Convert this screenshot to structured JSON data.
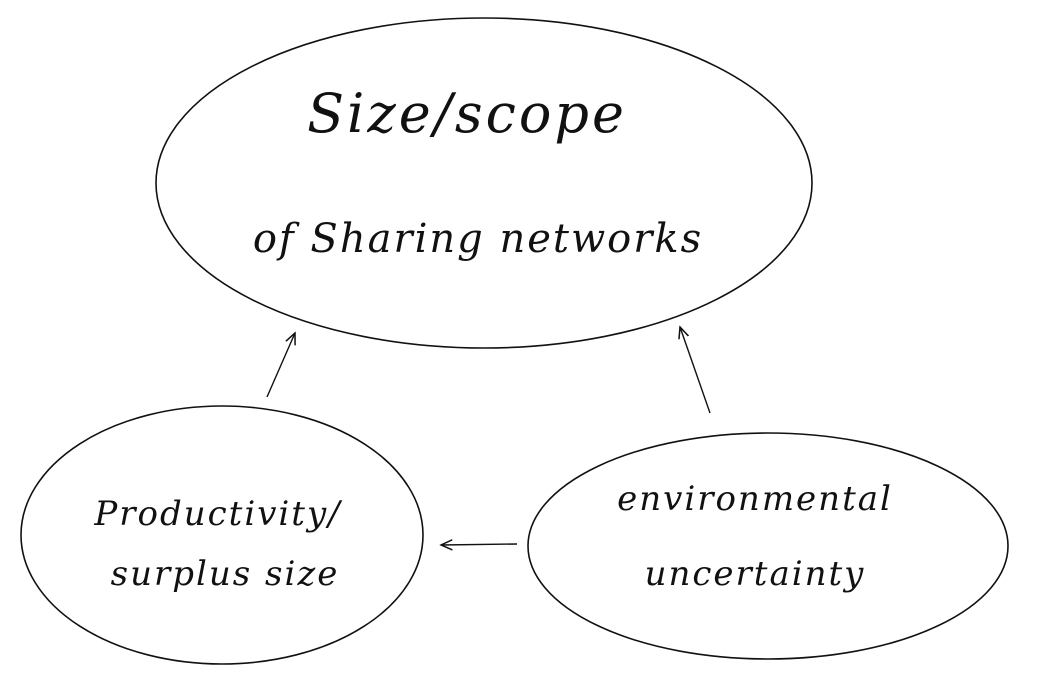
{
  "nodes": {
    "top": {
      "line1": "Size/scope",
      "line2": "of Sharing networks"
    },
    "left": {
      "line1": "Productivity/",
      "line2": "surplus size"
    },
    "right": {
      "line1": "environmental",
      "line2": "uncertainty"
    }
  }
}
